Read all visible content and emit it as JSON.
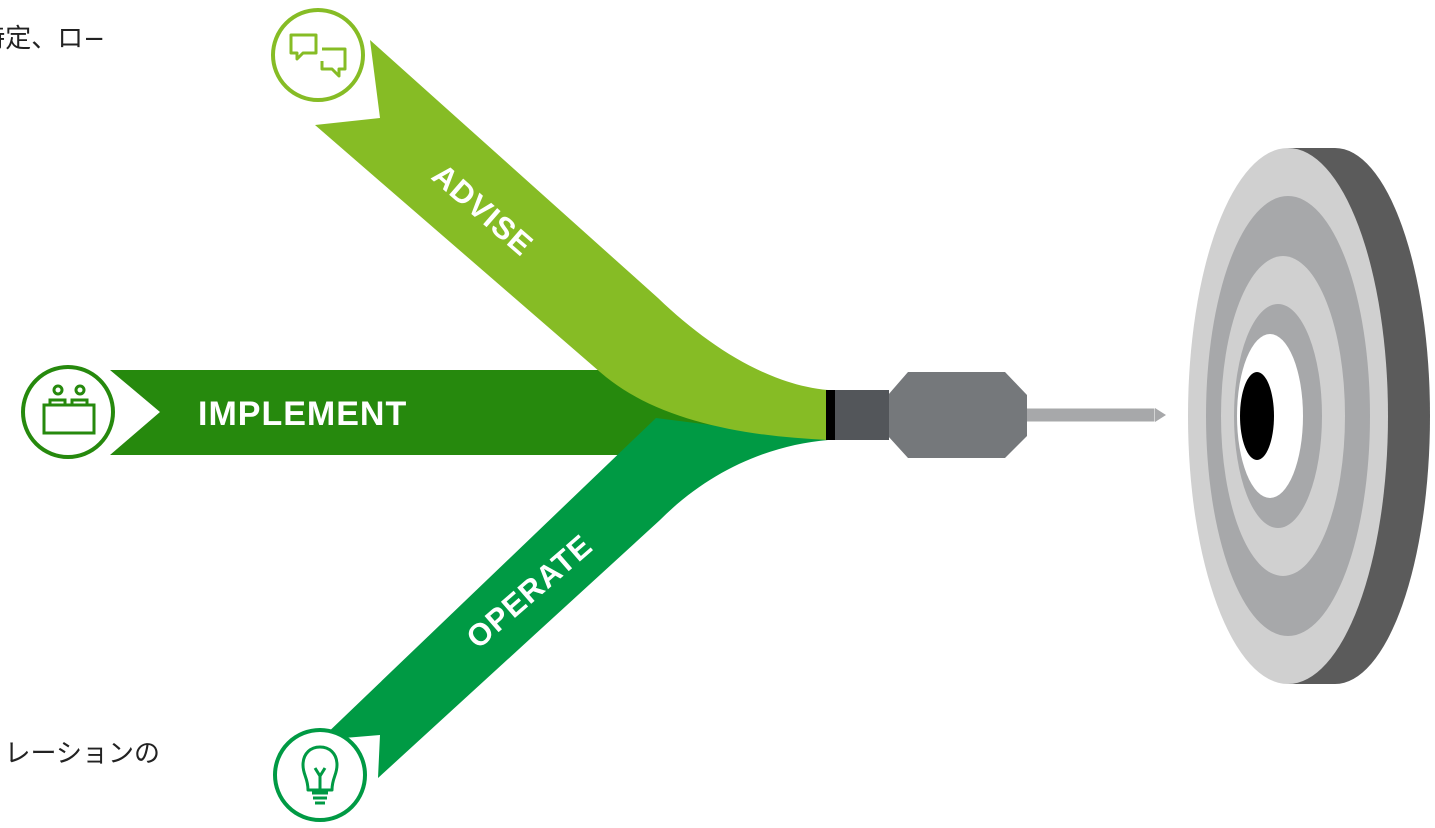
{
  "text_fragments": {
    "top_right_cut": "特定、ロ−",
    "bottom_right_cut": "レーションの"
  },
  "arrows": [
    {
      "id": "advise",
      "label": "ADVISE",
      "color": "#86bc25",
      "icon": "speech-bubbles-icon"
    },
    {
      "id": "implement",
      "label": "IMPLEMENT",
      "color": "#26890d",
      "icon": "workers-at-desk-icon"
    },
    {
      "id": "operate",
      "label": "OPERATE",
      "color": "#009a44",
      "icon": "lightbulb-icon"
    }
  ],
  "dart": {
    "barrel_color": "#75787b",
    "tip_color": "#a7a8aa"
  },
  "target": {
    "rim_color": "#5b5b5b",
    "ring_light": "#d0d0d0",
    "ring_mid": "#a7a8aa",
    "bullseye": "#000000"
  }
}
